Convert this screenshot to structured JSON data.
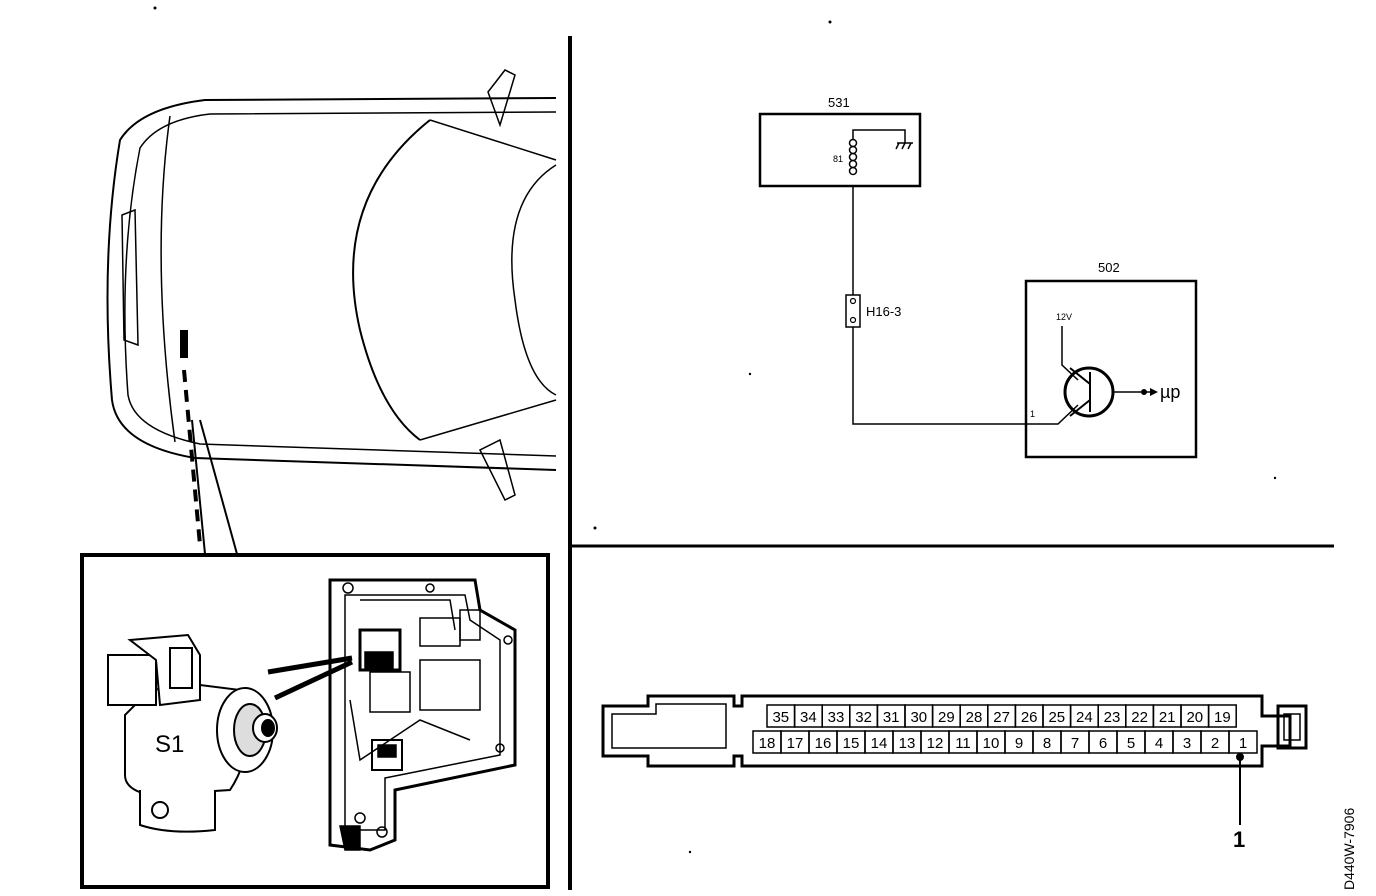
{
  "inset": {
    "solenoid_label": "S1"
  },
  "schematic": {
    "relay_box_label": "531",
    "relay_pin_label": "81",
    "connector_label": "H16-3",
    "control_unit_label": "502",
    "supply_label": "12V",
    "pin_label": "1",
    "output_label": "µp"
  },
  "connector": {
    "top_row_pins": [
      "35",
      "34",
      "33",
      "32",
      "31",
      "30",
      "29",
      "28",
      "27",
      "26",
      "25",
      "24",
      "23",
      "22",
      "21",
      "20",
      "19"
    ],
    "bottom_row_pins": [
      "18",
      "17",
      "16",
      "15",
      "14",
      "13",
      "12",
      "11",
      "10",
      "9",
      "8",
      "7",
      "6",
      "5",
      "4",
      "3",
      "2",
      "1"
    ],
    "callout_label": "1"
  },
  "figure_id": "D440W-7906"
}
